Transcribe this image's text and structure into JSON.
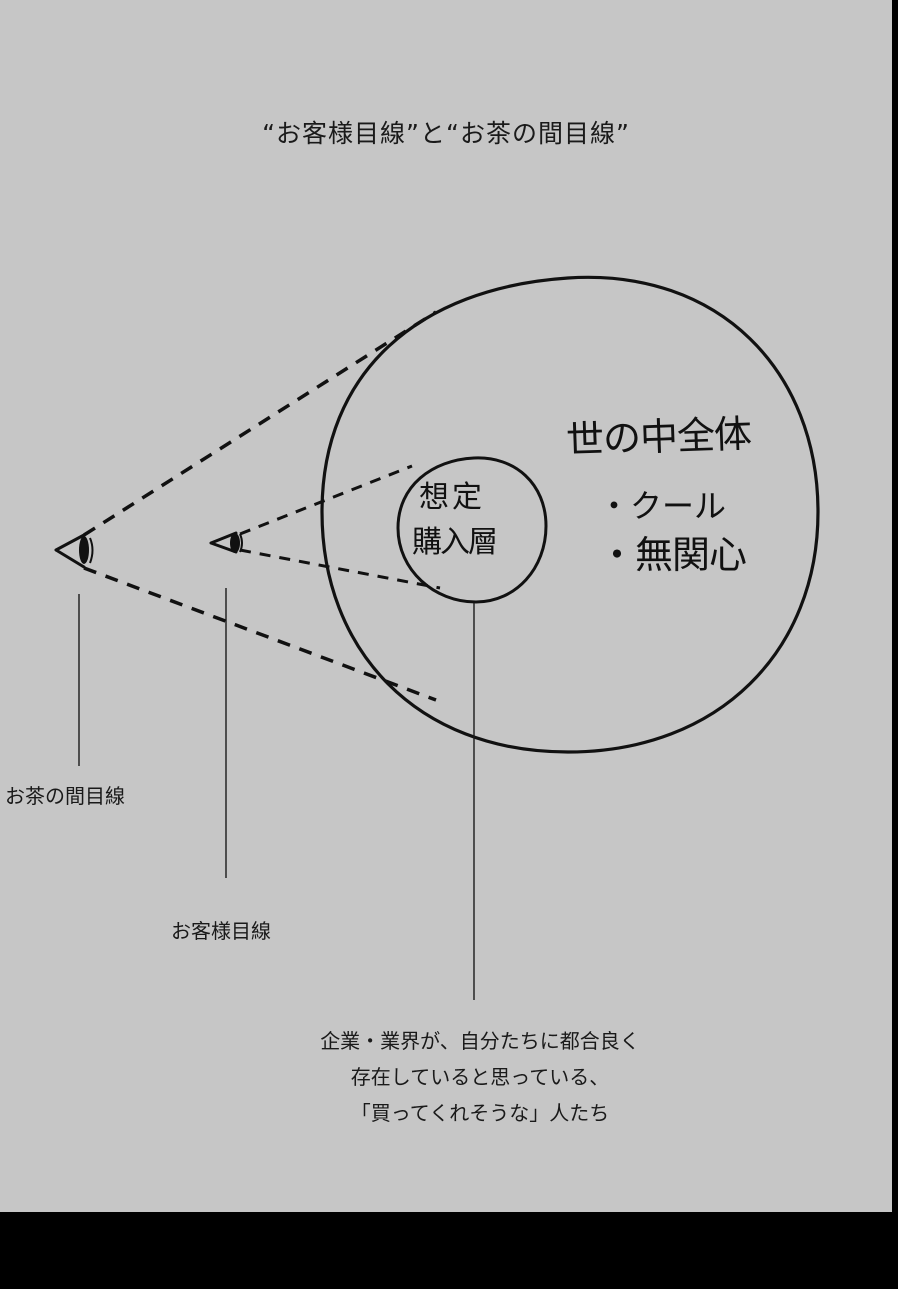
{
  "title": "“お客様目線”と“お茶の間目線”",
  "world_circle": {
    "heading": "世の中全体",
    "items": [
      "・クール",
      "・無関心"
    ]
  },
  "target_circle": {
    "lines": [
      "想定",
      "購入層"
    ]
  },
  "labels": {
    "ocha_no_ma": "お茶の間目線",
    "okyakusama": "お客様目線"
  },
  "description": {
    "lines": [
      "企業・業界が、自分たちに都合良く",
      "存在していると思っている、",
      "「買ってくれそうな」人たち"
    ]
  },
  "icons": [
    "eye-icon",
    "eye-icon"
  ],
  "colors": {
    "background": "#c6c6c6",
    "frame": "#000000",
    "ink": "#111111"
  }
}
